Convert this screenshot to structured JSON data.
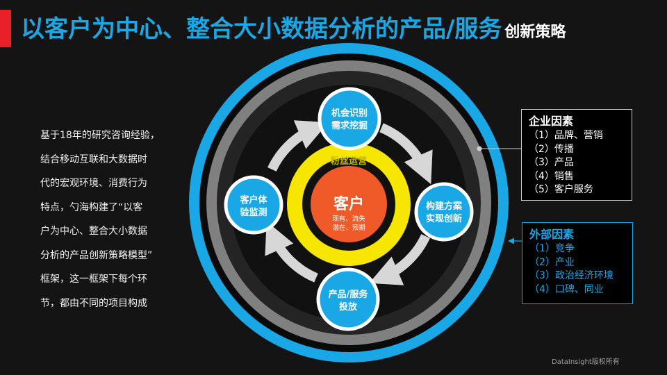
{
  "slide": {
    "title_main": "以客户为中心、整合大小数据分析的产品/服务",
    "title_sub": "创新策略",
    "intro_lines": [
      "基于18年的研究咨询经验，",
      "结合移动互联和大数据时",
      "代的宏观环境、消费行为",
      "特点，勺海构建了“以客",
      "户为中心、整合大小数据",
      "分析的产品创新策略模型”",
      "框架，这一框架下每个环",
      "节，都由不同的项目构成"
    ],
    "footer": "DataInsight版权所有"
  },
  "diagram": {
    "fan_label": "粉丝运营",
    "center": {
      "title": "客户",
      "line1": "现有、流失",
      "line2": "潜在、预期"
    },
    "nodes": {
      "top": {
        "line1": "机会识别",
        "line2": "需求挖掘"
      },
      "right": {
        "line1": "构建方案",
        "line2": "实现创新"
      },
      "bottom": {
        "line1": "产品/服务",
        "line2": "投放"
      },
      "left": {
        "line1": "客户体",
        "line2": "验监测"
      }
    },
    "enterprise": {
      "title": "企业因素",
      "items": [
        "（1）品牌、营销",
        "（2）传播",
        "（3）产品",
        "（4）销售",
        "（5）客户服务"
      ]
    },
    "external": {
      "title": "外部因素",
      "items": [
        "（1）竞争",
        "（2）产业",
        "（3）政治经济环境",
        "（4）口碑、同业"
      ]
    }
  },
  "colors": {
    "accent_red": "#e8202a",
    "blue": "#1aa7e6",
    "yellow": "#f6e600",
    "orange": "#f05a28",
    "gray_ring": "#808080"
  }
}
